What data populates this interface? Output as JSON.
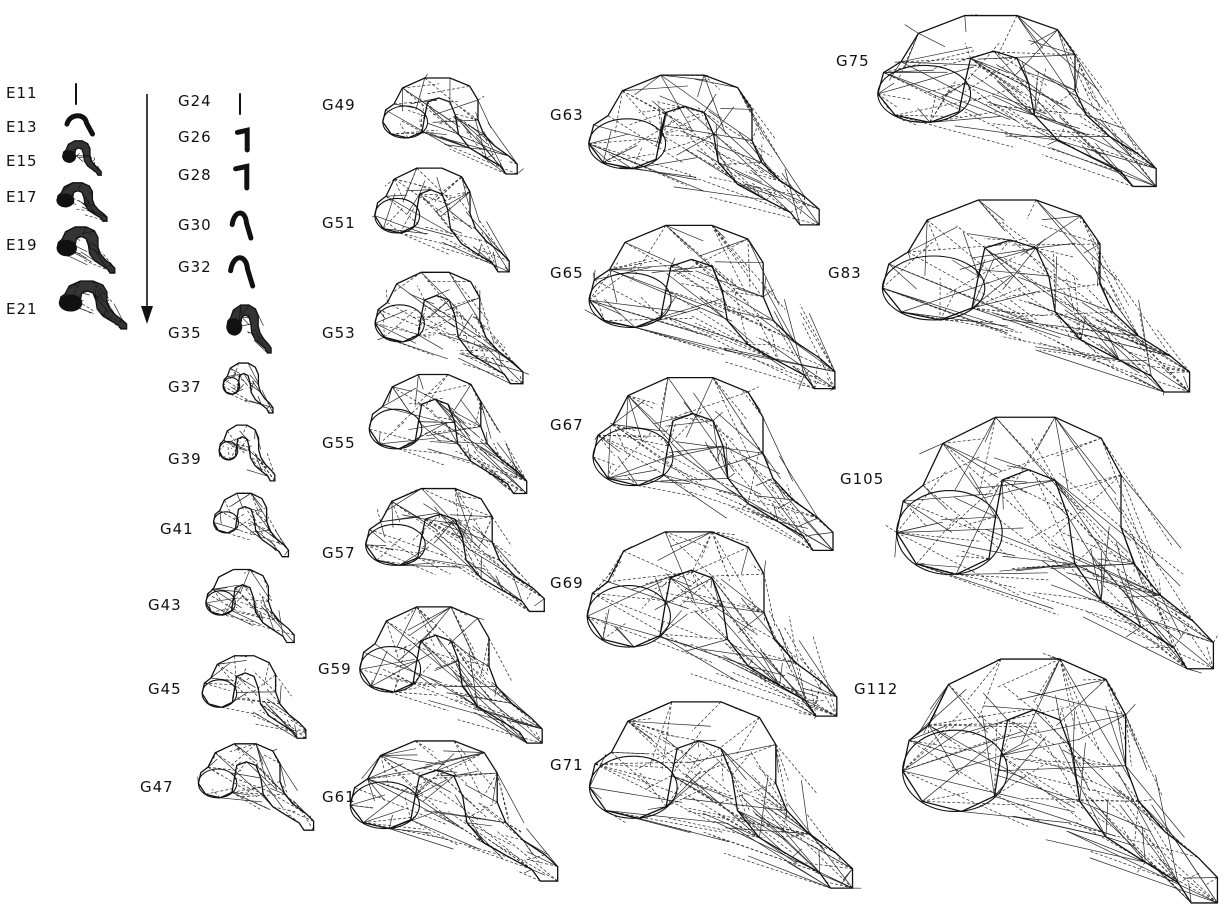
{
  "figure": {
    "stroke_color": "#111111",
    "background_color": "#ffffff",
    "series_e": [
      {
        "label": "E11"
      },
      {
        "label": "E13"
      },
      {
        "label": "E15"
      },
      {
        "label": "E17"
      },
      {
        "label": "E19"
      },
      {
        "label": "E21"
      }
    ],
    "series_g_col1": [
      {
        "label": "G24"
      },
      {
        "label": "G26"
      },
      {
        "label": "G28"
      },
      {
        "label": "G30"
      },
      {
        "label": "G32"
      },
      {
        "label": "G35"
      },
      {
        "label": "G37"
      },
      {
        "label": "G39"
      },
      {
        "label": "G41"
      },
      {
        "label": "G43"
      },
      {
        "label": "G45"
      },
      {
        "label": "G47"
      }
    ],
    "series_g_col2": [
      {
        "label": "G49"
      },
      {
        "label": "G51"
      },
      {
        "label": "G53"
      },
      {
        "label": "G55"
      },
      {
        "label": "G57"
      },
      {
        "label": "G59"
      },
      {
        "label": "G61"
      }
    ],
    "series_g_col3": [
      {
        "label": "G63"
      },
      {
        "label": "G65"
      },
      {
        "label": "G67"
      },
      {
        "label": "G69"
      },
      {
        "label": "G71"
      }
    ],
    "series_g_col4": [
      {
        "label": "G75"
      },
      {
        "label": "G83"
      },
      {
        "label": "G105"
      },
      {
        "label": "G112"
      }
    ]
  }
}
